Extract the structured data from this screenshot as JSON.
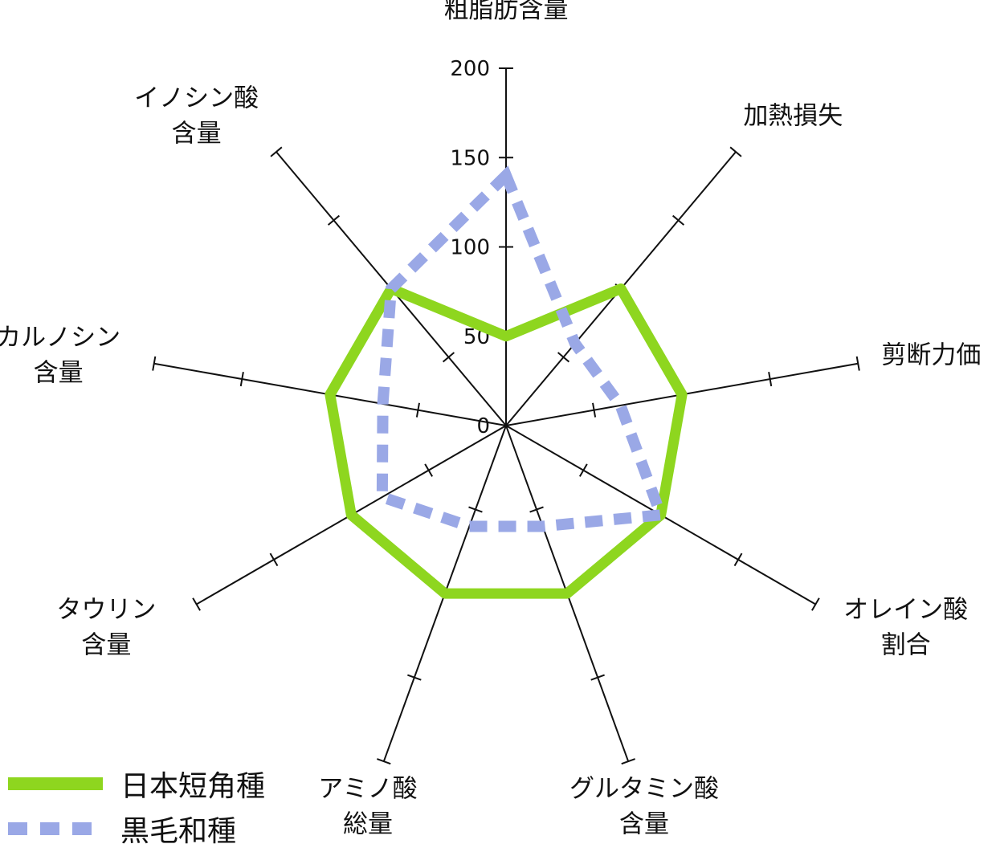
{
  "chart_data": {
    "type": "radar",
    "axes": [
      {
        "label": [
          "粗脂肪含量"
        ]
      },
      {
        "label": [
          "加熱損失"
        ]
      },
      {
        "label": [
          "剪断力価"
        ]
      },
      {
        "label": [
          "オレイン酸",
          "割合"
        ]
      },
      {
        "label": [
          "グルタミン酸",
          "含量"
        ]
      },
      {
        "label": [
          "アミノ酸",
          "総量"
        ]
      },
      {
        "label": [
          "タウリン",
          "含量"
        ]
      },
      {
        "label": [
          "カルノシン",
          "含量"
        ]
      },
      {
        "label": [
          "イノシン酸",
          "含量"
        ]
      }
    ],
    "range": [
      0,
      200
    ],
    "ticks": [
      0,
      50,
      100,
      150,
      200
    ],
    "tick_labels": [
      "0",
      "50",
      "100",
      "150",
      "200"
    ],
    "series": [
      {
        "name": "日本短角種",
        "values": [
          50,
          100,
          100,
          100,
          100,
          100,
          100,
          100,
          100
        ],
        "color": "#8ed61f",
        "style": "solid"
      },
      {
        "name": "黒毛和種",
        "values": [
          140,
          60,
          65,
          100,
          60,
          60,
          80,
          70,
          100
        ],
        "color": "#9aa8e6",
        "style": "dashed"
      }
    ],
    "legend_position": "bottom-left",
    "grid": false
  }
}
